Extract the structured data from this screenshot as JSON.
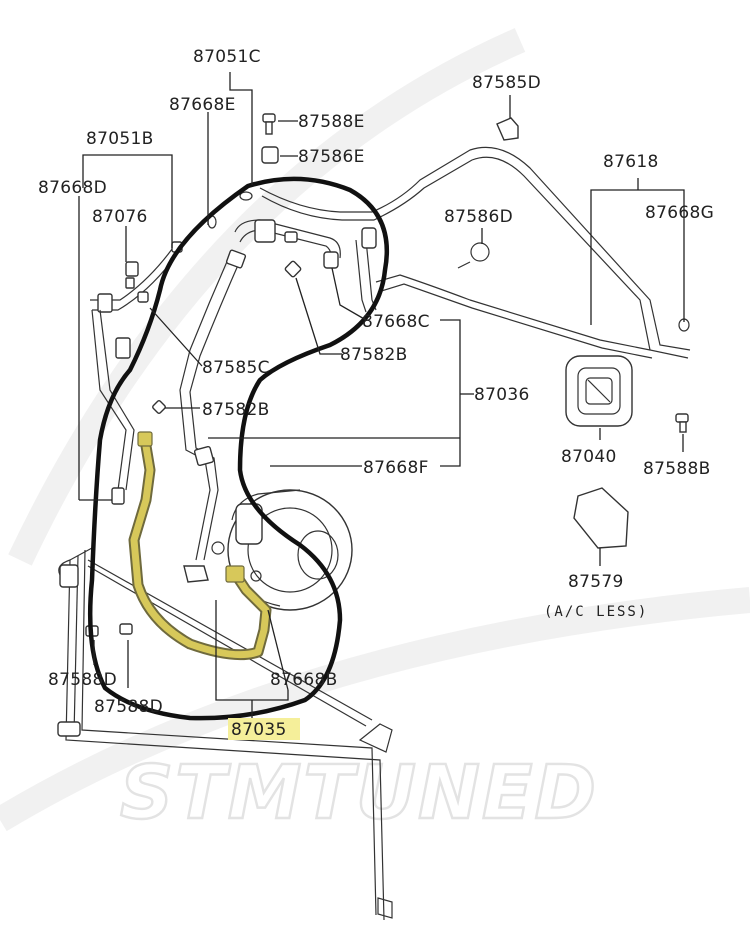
{
  "labels": {
    "p87051C": "87051C",
    "p87668E": "87668E",
    "p87588E": "87588E",
    "p87586E": "87586E",
    "p87051B": "87051B",
    "p87668D": "87668D",
    "p87076": "87076",
    "p87585D": "87585D",
    "p87618": "87618",
    "p87586D": "87586D",
    "p87668G": "87668G",
    "p87668C": "87668C",
    "p87582B_top": "87582B",
    "p87585C": "87585C",
    "p87582B_mid": "87582B",
    "p87036": "87036",
    "p87040": "87040",
    "p87588B": "87588B",
    "p87668F": "87668F",
    "p87579": "87579",
    "ac_less": "(A/C LESS)",
    "p87588D_left": "87588D",
    "p87588D_bottom": "87588D",
    "p87668B": "87668B",
    "p87035": "87035"
  },
  "watermark": "STMTUNED",
  "colors": {
    "highlight_label": "#f5ef9a",
    "highlight_hose": "#d7c85a",
    "circle_outline": "#111111"
  }
}
